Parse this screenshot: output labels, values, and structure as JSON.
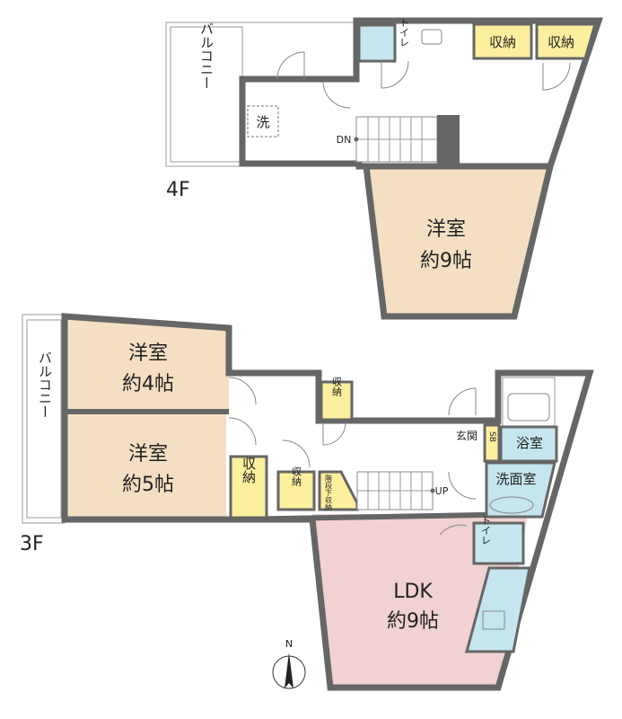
{
  "floor4": {
    "label": "4F",
    "balcony": "バルコニー",
    "toilet": "トイレ",
    "washer": "洗",
    "storage1": "収納",
    "storage2": "収納",
    "stairs": "DN",
    "room": {
      "name": "洋室",
      "size": "約9帖"
    }
  },
  "floor3": {
    "label": "3F",
    "balcony": "バルコニー",
    "room4": {
      "name": "洋室",
      "size": "約4帖"
    },
    "room5": {
      "name": "洋室",
      "size": "約5帖"
    },
    "storage_a": "収納",
    "storage_b": "収納",
    "storage_c": "収納",
    "under_stairs": "階段下収納",
    "stairs": "UP",
    "entrance": "玄関",
    "shoe_box": "SB",
    "bath": "浴室",
    "washroom": "洗面室",
    "toilet": "トイレ",
    "ldk": {
      "name": "LDK",
      "size": "約9帖"
    }
  },
  "compass": "N"
}
